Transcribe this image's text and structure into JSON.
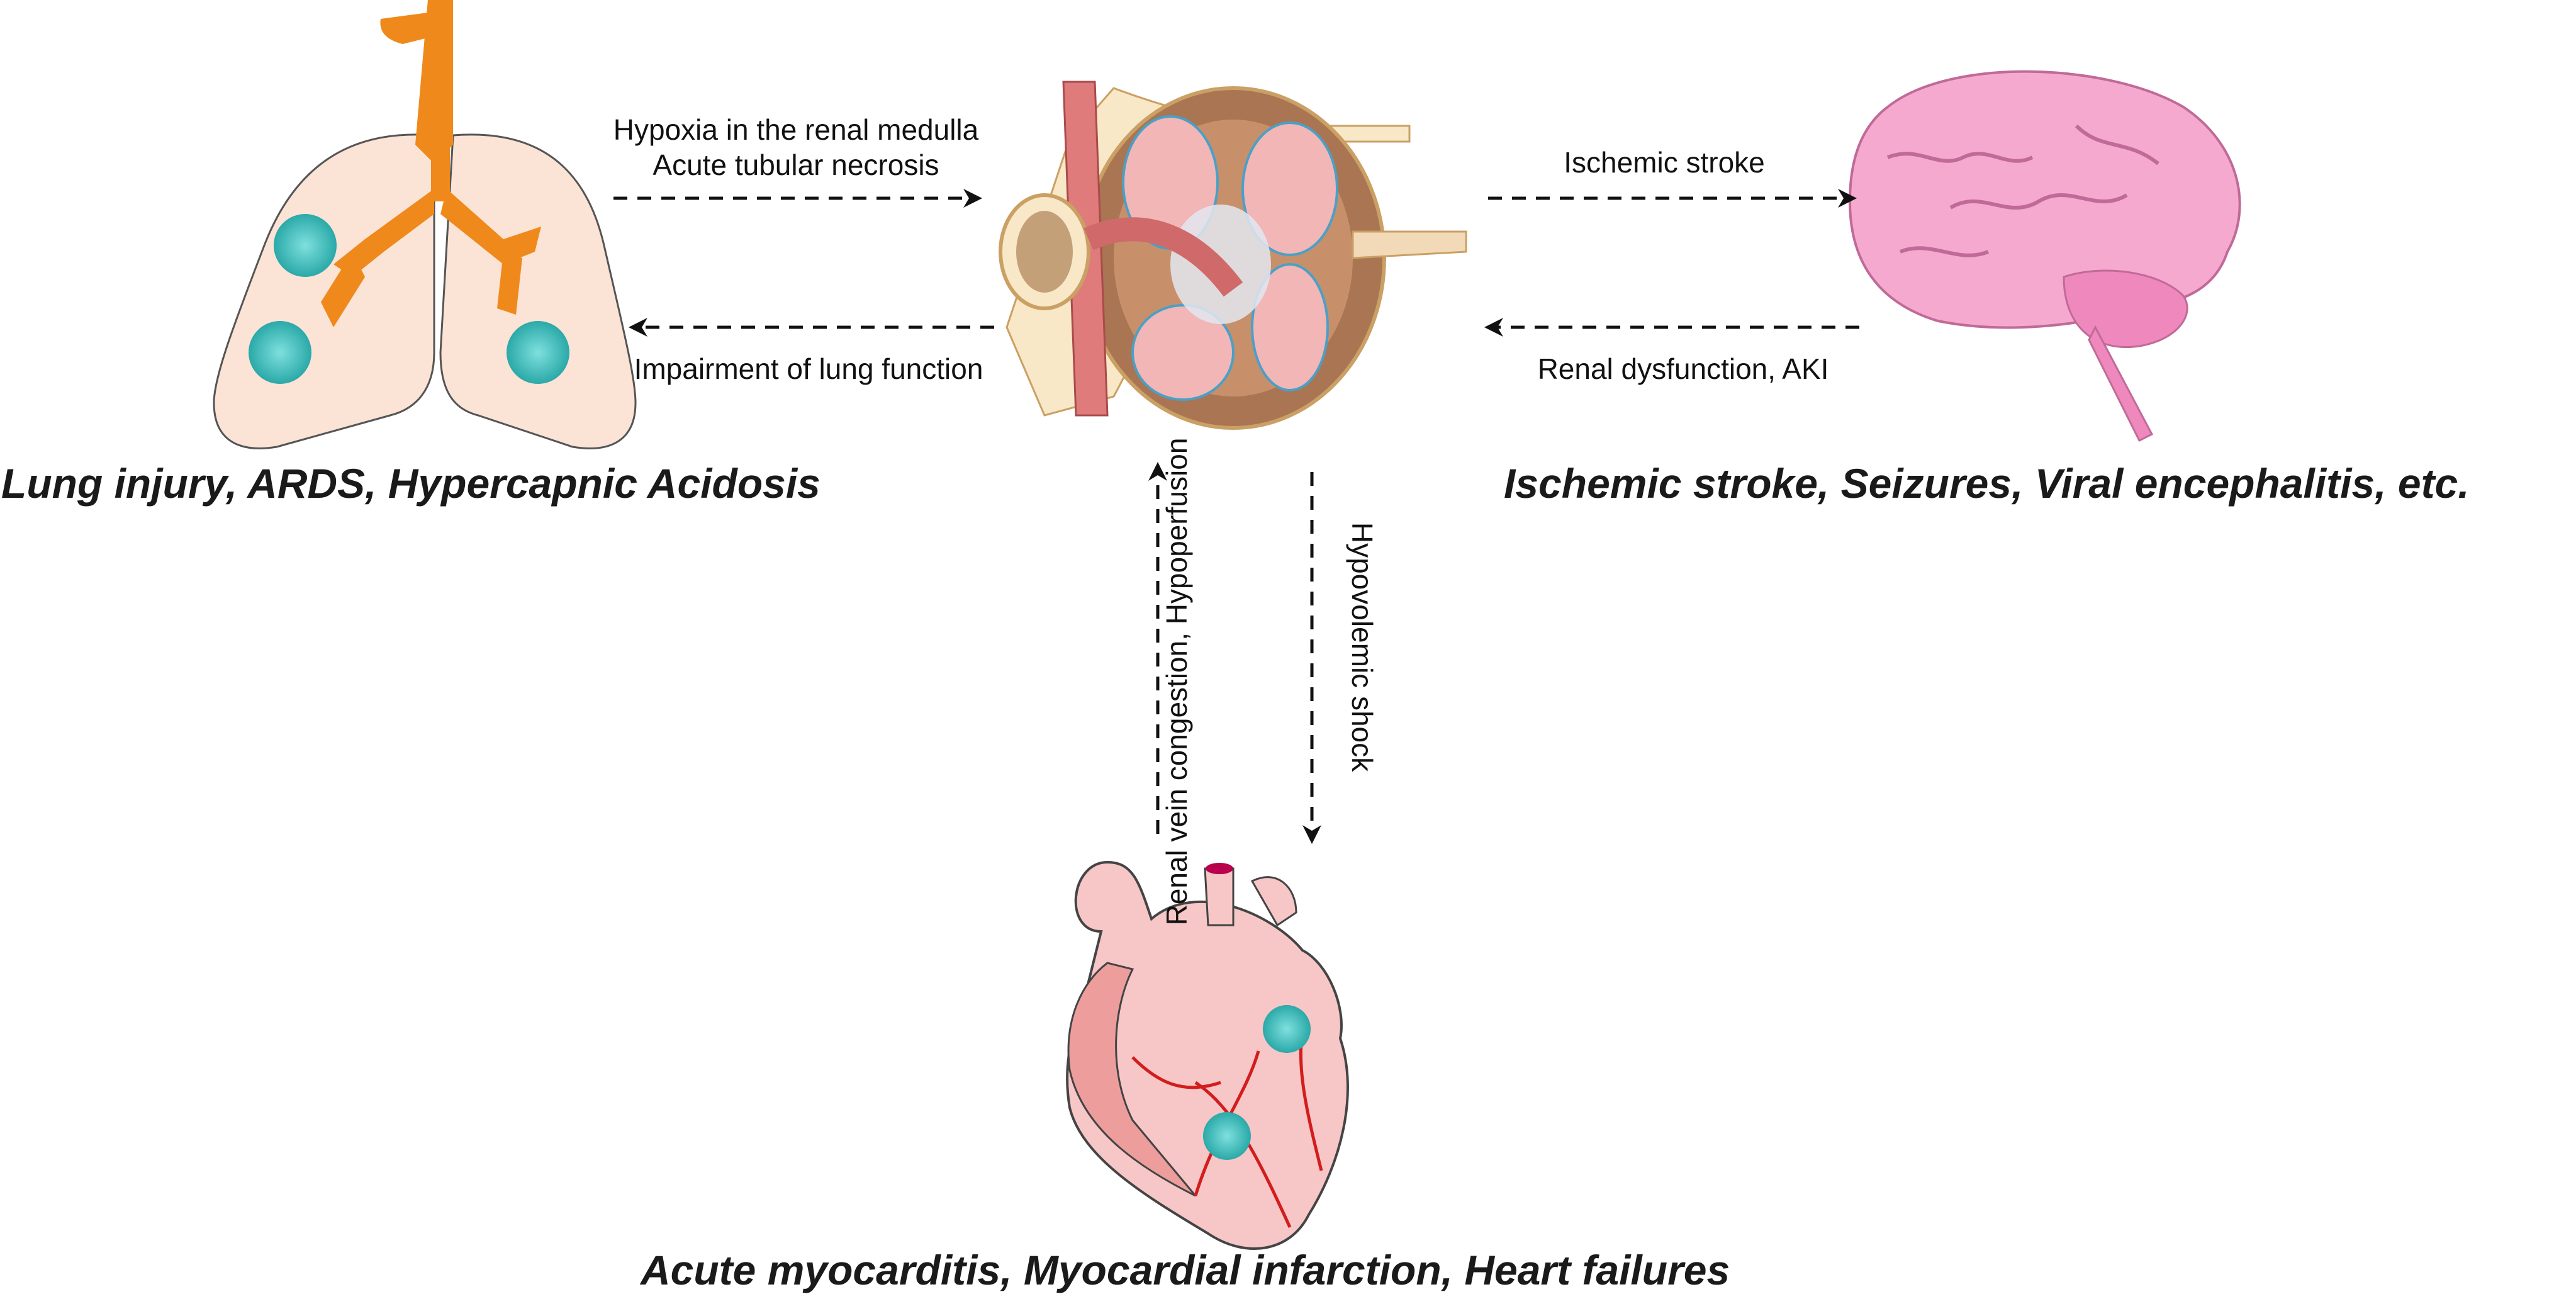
{
  "diagram": {
    "colors": {
      "lung_tissue": "#fbe3d6",
      "airway": "#f0891b",
      "virus": "#3ec1c0",
      "kidney_brown": "#a97552",
      "kidney_pink": "#f2b6b6",
      "brain": "#f6a9cf",
      "heart": "#f7c6c6",
      "vessel_red": "#d31d1d",
      "arrow": "#111111"
    },
    "organs": {
      "lung": {
        "icon": "lungs-icon",
        "caption": "Lung injury, ARDS, Hypercapnic Acidosis"
      },
      "kidney": {
        "icon": "kidney-icon"
      },
      "brain": {
        "icon": "brain-icon",
        "caption": "Ischemic stroke, Seizures, Viral encephalitis, etc."
      },
      "heart": {
        "icon": "heart-icon",
        "caption": "Acute myocarditis, Myocardial infarction, Heart failures"
      }
    },
    "edges": {
      "lung_to_kidney": {
        "line1": "Hypoxia in the renal medulla",
        "line2": "Acute tubular necrosis"
      },
      "kidney_to_lung": {
        "label": "Impairment of lung function"
      },
      "kidney_to_brain": {
        "label": "Ischemic stroke"
      },
      "brain_to_kidney": {
        "label": "Renal dysfunction, AKI"
      },
      "heart_to_kidney": {
        "label": "Renal vein congestion, Hypoperfusion"
      },
      "kidney_to_heart": {
        "label": "Hypovolemic shock"
      }
    }
  }
}
